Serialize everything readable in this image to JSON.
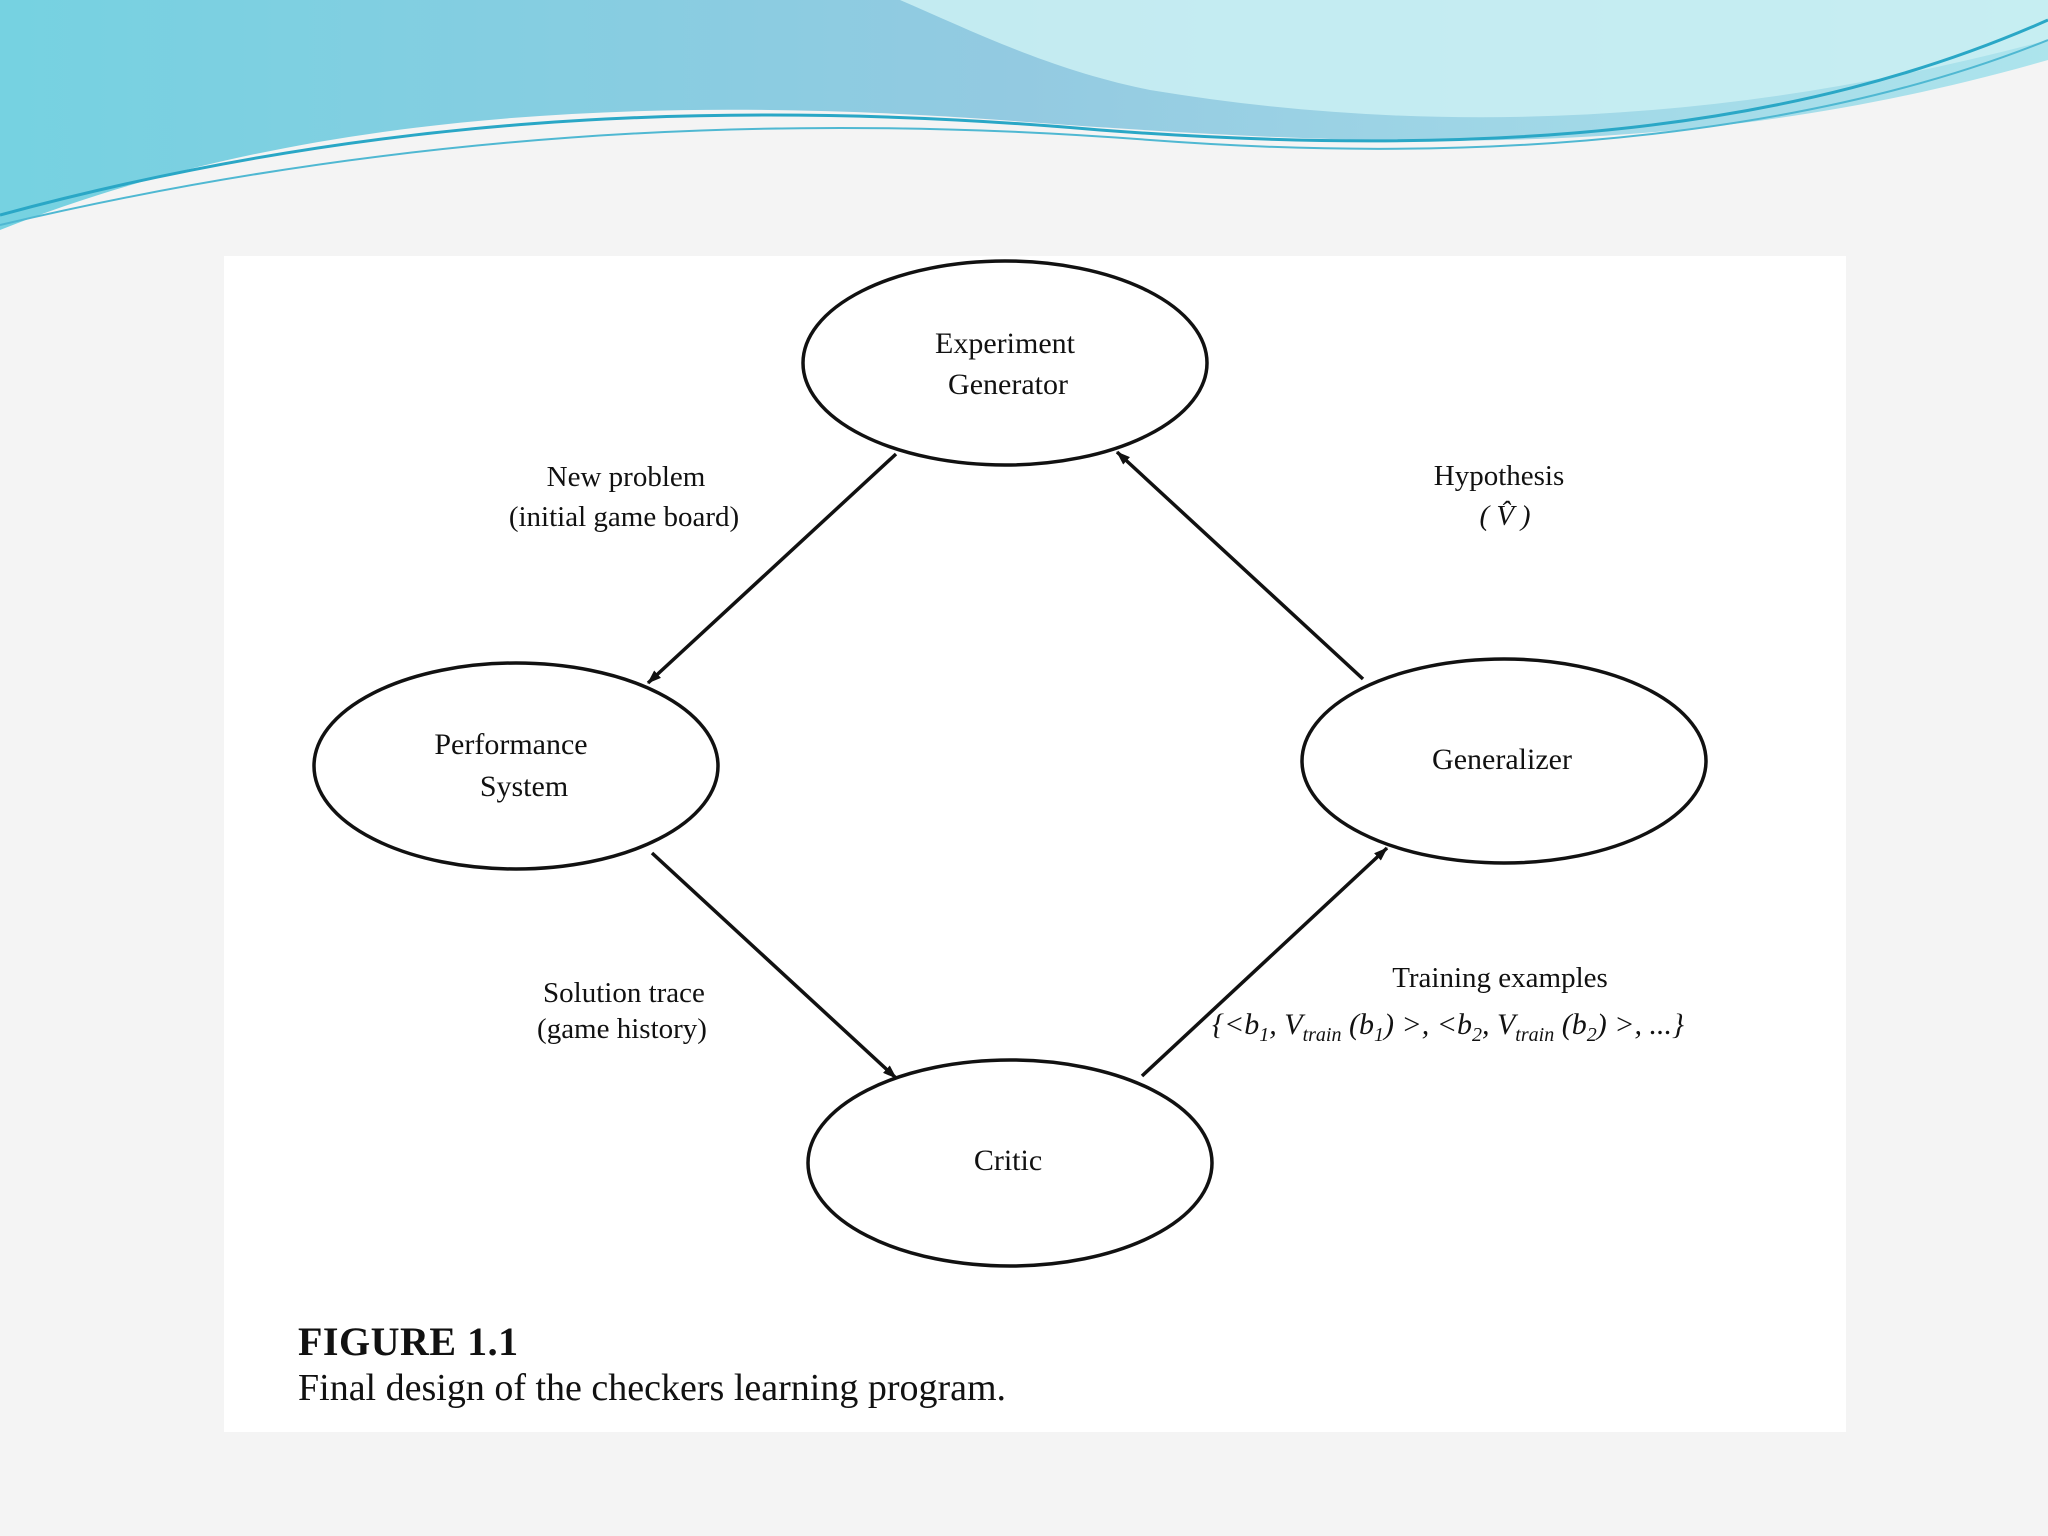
{
  "colors": {
    "wave_dark": "#5fc3da",
    "wave_light": "#b9e8ef",
    "wave_line": "#2aa7c6",
    "panel_bg": "#ffffff",
    "ink": "#111111"
  },
  "nodes": {
    "experiment_generator": {
      "line1": "Experiment",
      "line2": "Generator"
    },
    "performance_system": {
      "line1": "Performance",
      "line2": "System"
    },
    "generalizer": {
      "label": "Generalizer"
    },
    "critic": {
      "label": "Critic"
    }
  },
  "edges": {
    "new_problem": {
      "line1": "New problem",
      "line2": "(initial game board)"
    },
    "hypothesis": {
      "line1": "Hypothesis",
      "line2": "( V̂ )"
    },
    "solution_trace": {
      "line1": "Solution trace",
      "line2": "(game history)"
    },
    "training_examples": {
      "line1": "Training examples",
      "formula": {
        "open": "{<b",
        "sub1": "1",
        "mid1": ", V",
        "train": "train",
        "arg1": " (b",
        "sub2": "1",
        "mid2": ") >, <b",
        "sub3": "2",
        "mid3": ", V",
        "arg2": " (b",
        "sub4": "2",
        "close": ") >, ...}"
      }
    }
  },
  "caption": {
    "title": "FIGURE 1.1",
    "text": "Final design of the checkers learning program."
  }
}
